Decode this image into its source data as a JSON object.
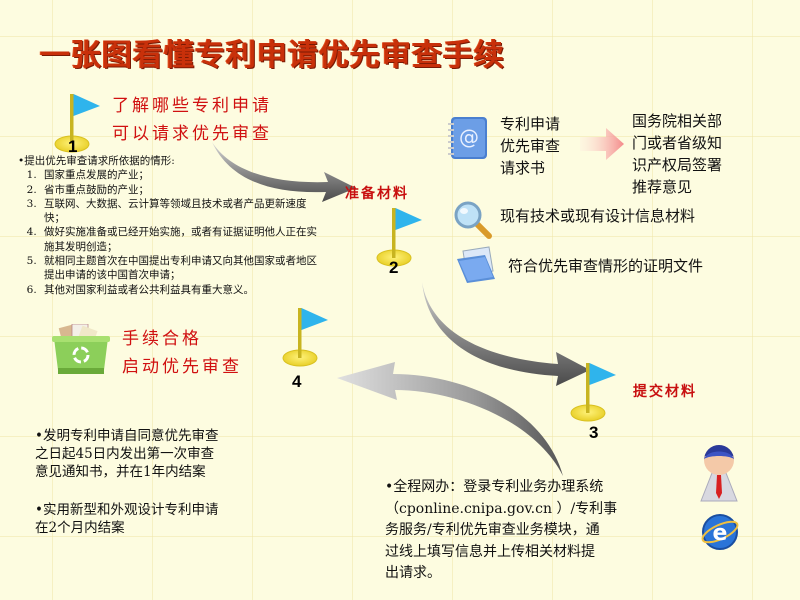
{
  "title": "一张图看懂专利申请优先审查手续",
  "colors": {
    "background": "#fdfce0",
    "title": "#c8300a",
    "heading_red": "#d01010",
    "flag_blue": "#2fb4ec",
    "flag_pole": "#c8b420",
    "flag_base": "#f3e24a",
    "arrow_gray": "#8a8a8a"
  },
  "steps": [
    {
      "number": "1",
      "label_lines": [
        "了解哪些专利申请",
        "可以请求优先审查"
      ]
    },
    {
      "number": "2",
      "label": "准备材料"
    },
    {
      "number": "3",
      "label": "提交材料"
    },
    {
      "number": "4",
      "label_lines": [
        "手续合格",
        "启动优先审查"
      ]
    }
  ],
  "criteria": {
    "intro": "•提出优先审查请求所依据的情形:",
    "items": [
      "国家重点发展的产业；",
      "省市重点鼓励的产业；",
      "互联网、大数据、云计算等领域且技术或者产品更新速度快；",
      "做好实施准备或已经开始实施，或者有证据证明他人正在实施其发明创造；",
      "就相同主题首次在中国提出专利申请又向其他国家或者地区提出申请的该中国首次申请；",
      "其他对国家利益或者公共利益具有重大意义。"
    ]
  },
  "materials": {
    "request_form": {
      "icon": "address-book-icon",
      "lines": [
        "专利申请",
        "优先审查",
        "请求书"
      ]
    },
    "recommendation": {
      "lines": [
        "国务院相关部",
        "门或者省级知",
        "识产权局签署",
        "推荐意见"
      ]
    },
    "prior_art": {
      "icon": "magnifier-icon",
      "text": "现有技术或现有设计信息材料"
    },
    "proof_docs": {
      "icon": "folder-icon",
      "text": "符合优先审查情形的证明文件"
    }
  },
  "submission": {
    "text_lines": [
      "•全程网办：登录专利业务办理系统",
      "（cponline.cnipa.gov.cn ）/专利事",
      "务服务/专利优先审查业务模块，通",
      "过线上填写信息并上传相关材料提",
      "出请求。"
    ],
    "icons": [
      "user-icon",
      "internet-explorer-icon"
    ]
  },
  "timelines": {
    "invention": [
      "•发明专利申请自同意优先审查",
      "之日起45日内发出第一次审查",
      "意见通知书，并在1年内结案"
    ],
    "utility_design": [
      "•实用新型和外观设计专利申请",
      "在2个月内结案"
    ]
  }
}
